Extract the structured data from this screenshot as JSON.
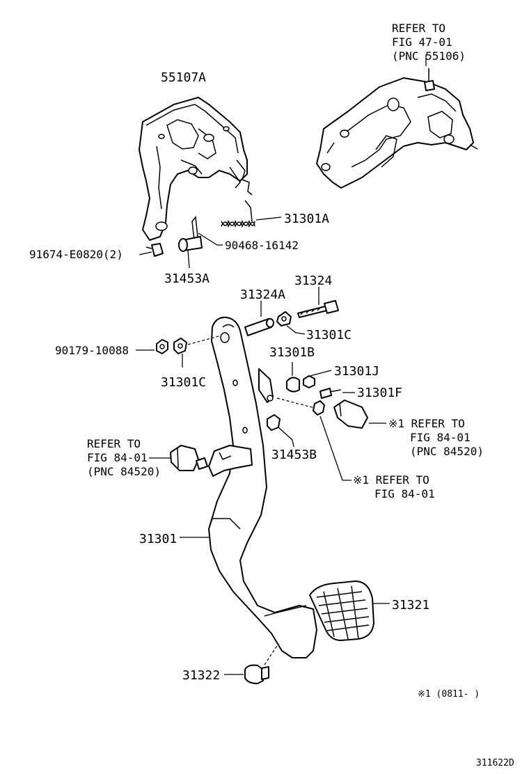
{
  "labels": {
    "l_55107A": "55107A",
    "l_31301A": "31301A",
    "l_90468": "90468-16142",
    "l_91674": "91674-E0820(2)",
    "l_31453A": "31453A",
    "l_31324A": "31324A",
    "l_31324": "31324",
    "l_31301C_top": "31301C",
    "l_90179": "90179-10088",
    "l_31301C_left": "31301C",
    "l_31301B": "31301B",
    "l_31301J": "31301J",
    "l_31301F": "31301F",
    "l_31453B": "31453B",
    "l_31301": "31301",
    "l_31321": "31321",
    "l_31322": "31322"
  },
  "refs": {
    "top_line1": "REFER TO",
    "top_line2": "FIG 47-01",
    "top_line3": "(PNC 55106)",
    "right_line1": "※1 REFER TO",
    "right_line2": "FIG 84-01",
    "right_line3": "(PNC 84520)",
    "left_line1": "REFER TO",
    "left_line2": "FIG 84-01",
    "left_line3": "(PNC 84520)",
    "mid_line1": "※1 REFER TO",
    "mid_line2": "FIG 84-01"
  },
  "footnote": "※1 (0811-      )",
  "diagram_code": "311622D"
}
